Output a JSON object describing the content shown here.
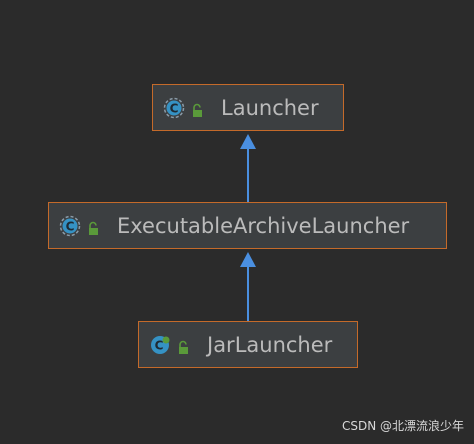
{
  "diagram": {
    "nodes": [
      {
        "label": "Launcher",
        "kind": "abstract-class",
        "icon": "abstract-class-icon",
        "visibility": "public"
      },
      {
        "label": "ExecutableArchiveLauncher",
        "kind": "abstract-class",
        "icon": "abstract-class-icon",
        "visibility": "public"
      },
      {
        "label": "JarLauncher",
        "kind": "class",
        "icon": "class-icon",
        "visibility": "public"
      }
    ],
    "edges": [
      {
        "from": "ExecutableArchiveLauncher",
        "to": "Launcher",
        "type": "extends"
      },
      {
        "from": "JarLauncher",
        "to": "ExecutableArchiveLauncher",
        "type": "extends"
      }
    ]
  },
  "watermark": "CSDN @北漂流浪少年",
  "colors": {
    "background": "#2b2b2b",
    "node_fill": "#3c3f41",
    "node_border": "#c46a2a",
    "text": "#bbbbbb",
    "edge": "#4a8fe0",
    "class_icon": "#3592c4",
    "lock_icon": "#5a9a3a"
  }
}
